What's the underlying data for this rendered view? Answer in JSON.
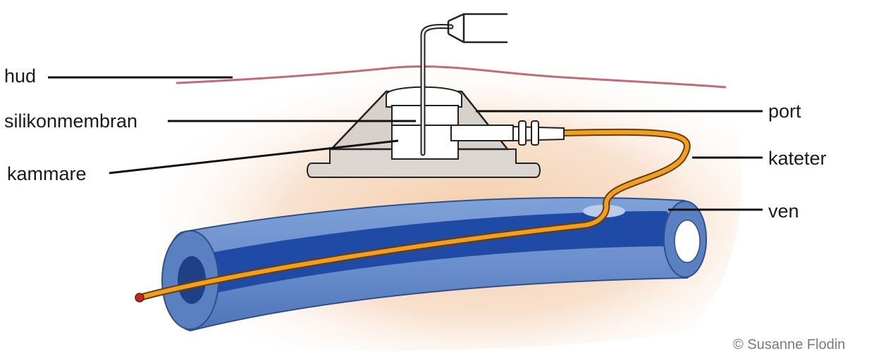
{
  "labels": {
    "skin": "hud",
    "membrane": "silikonmembran",
    "chamber": "kammare",
    "port": "port",
    "catheter": "kateter",
    "vein": "ven"
  },
  "copyright": "© Susanne Flodin",
  "colors": {
    "skin_line": "#c46a72",
    "tissue": "#f6d9c0",
    "port_body": "#dcd6d1",
    "vein_outer": "#6f93cf",
    "vein_inner": "#1f4aa5",
    "catheter": "#f0a020",
    "outline": "#1a1a1a"
  },
  "icons": [
    "syringe-needle-icon",
    "catheter-connector-icon"
  ]
}
